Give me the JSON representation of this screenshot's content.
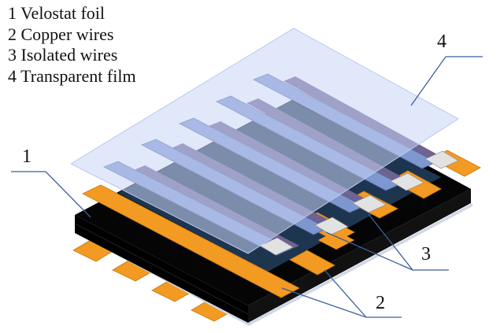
{
  "legend": [
    {
      "number": "1",
      "label": "1 Velostat foil"
    },
    {
      "number": "2",
      "label": "2 Copper wires"
    },
    {
      "number": "3",
      "label": "3 Isolated wires"
    },
    {
      "number": "4",
      "label": "4 Transparent film"
    }
  ],
  "callouts": {
    "c1": "1",
    "c2": "2",
    "c3": "3",
    "c4": "4"
  },
  "colors": {
    "velostat": "#050505",
    "copper": "#f39a22",
    "isolated_wire": "#7f97cf",
    "isolated_shadow": "#6f6391",
    "isolated_tip": "#e2e2e2",
    "film": "#c9d6f5",
    "leader_line": "#3b5f9e"
  }
}
